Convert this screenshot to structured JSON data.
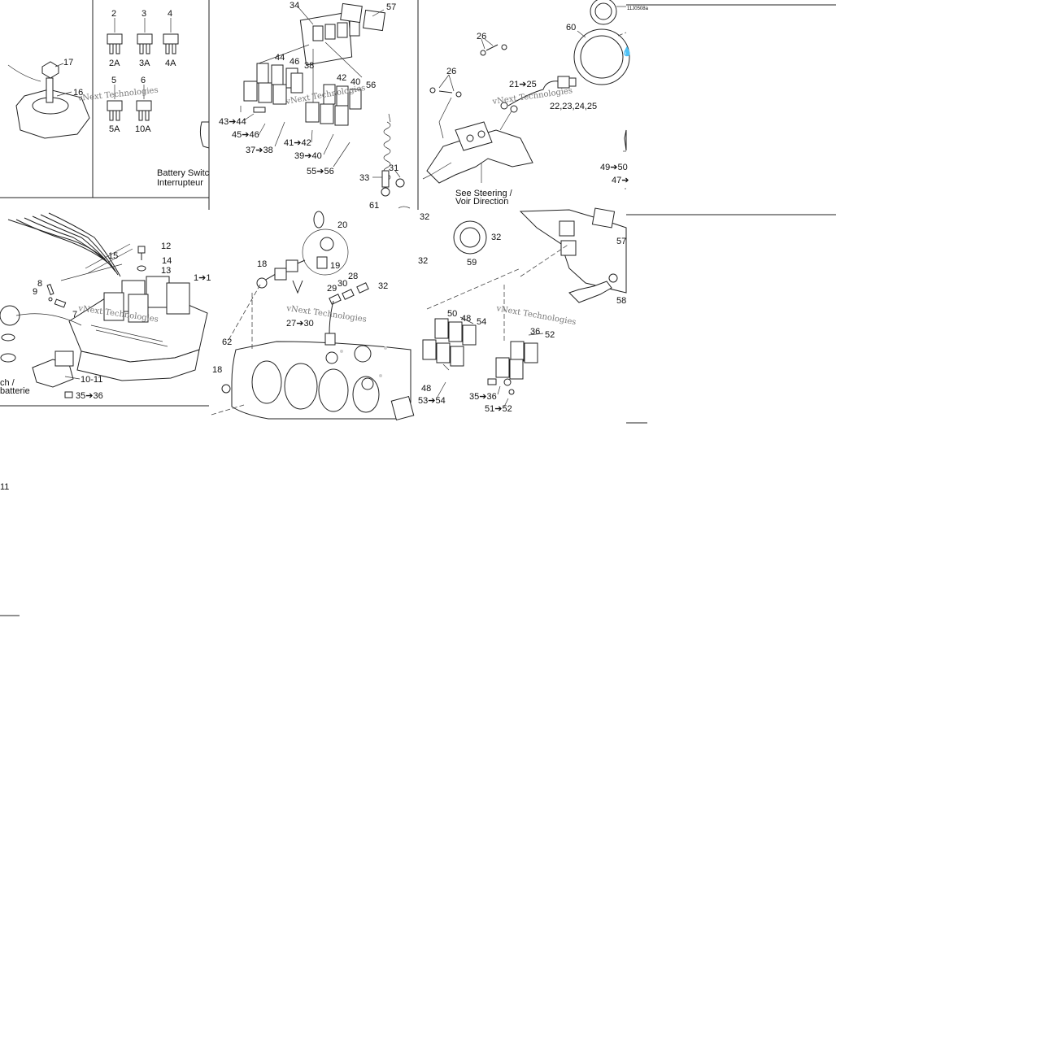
{
  "labels": {
    "fuse_2": "2",
    "fuse_3": "3",
    "fuse_4": "4",
    "fuse_2a": "2A",
    "fuse_3a": "3A",
    "fuse_4a": "4A",
    "fuse_5": "5",
    "fuse_6": "6",
    "fuse_5a": "5A",
    "fuse_10a": "10A",
    "p17": "17",
    "p16": "16",
    "battery_switch_en": "Battery Switc",
    "battery_switch_fr": "Interrupteur",
    "p34": "34",
    "p57": "57",
    "p44": "44",
    "p46": "46",
    "p38": "38",
    "p42": "42",
    "p40": "40",
    "p56": "56",
    "p43_44": "43➔44",
    "p45_46": "45➔46",
    "p37_38": "37➔38",
    "p41_42": "41➔42",
    "p39_40": "39➔40",
    "p55_56": "55➔56",
    "p33": "33",
    "p31": "31",
    "p61": "61",
    "p26a": "26",
    "p26b": "26",
    "p21_25": "21➔25",
    "p22_25": "22,23,24,25",
    "p60": "60",
    "part_code": "11J0508a",
    "see_steering": "See  Steering /",
    "voir_direction": "Voir Direction",
    "p49_50": "49➔50",
    "p47": "47➔",
    "p15": "15",
    "p12": "12",
    "p14": "14",
    "p13": "13",
    "p1": "1➔1",
    "p8": "8",
    "p9": "9",
    "p7": "7",
    "p10_11": "10-11",
    "p35_36a": "35➔36",
    "switch_en": "ch /",
    "switch_fr": "batterie",
    "p20": "20",
    "p18a": "18",
    "p19": "19",
    "p28": "28",
    "p29": "29",
    "p30": "30",
    "p32a": "32",
    "p27_30": "27➔30",
    "p62": "62",
    "p18b": "18",
    "p32b": "32",
    "p32c": "32",
    "p32d": "32",
    "p59": "59",
    "p57b": "57",
    "p58": "58",
    "p50": "50",
    "p48": "48",
    "p54": "54",
    "p36": "36",
    "p52": "52",
    "p48b": "48",
    "p53_54": "53➔54",
    "p35_36b": "35➔36",
    "p51_52": "51➔52",
    "p11": "11"
  },
  "watermark": "vNext Technologies",
  "colors": {
    "line": "#222222",
    "fill": "#ffffff",
    "shade": "#cfcfcf"
  }
}
